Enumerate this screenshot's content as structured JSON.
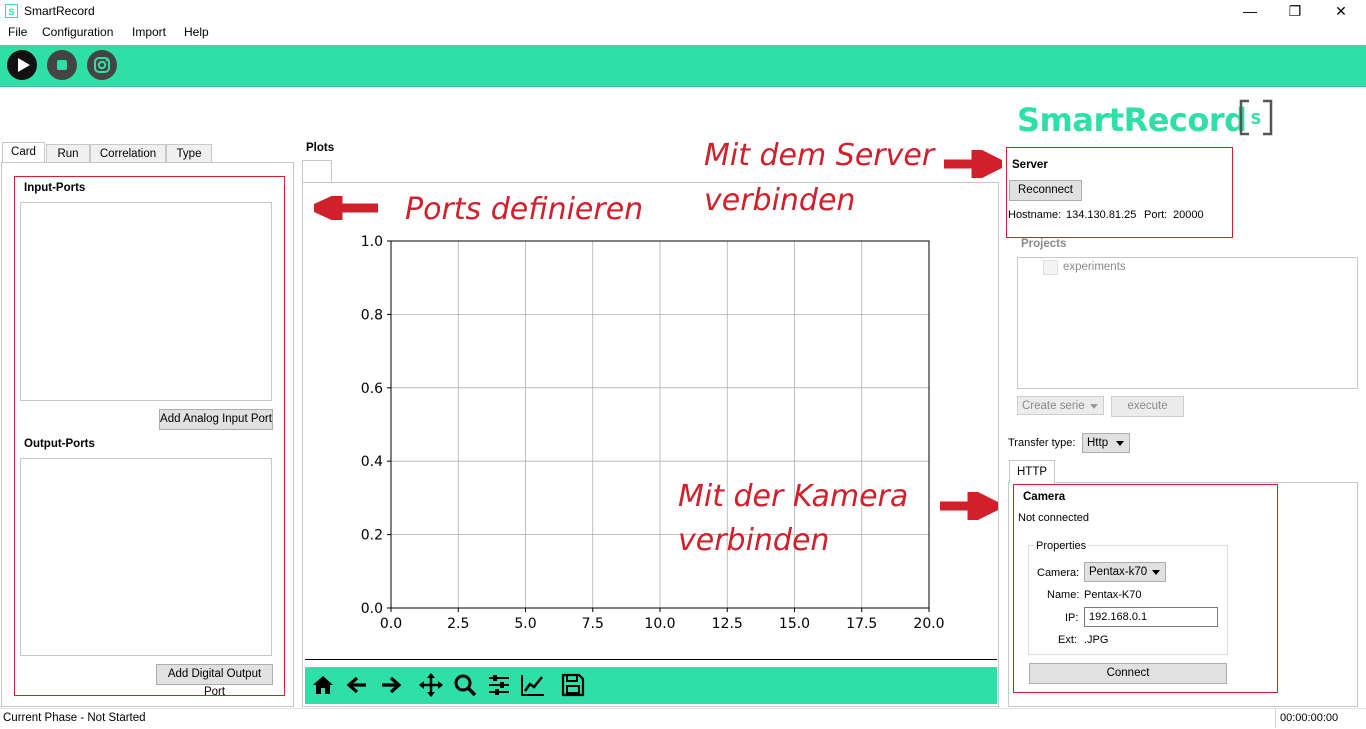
{
  "window": {
    "title": "SmartRecord",
    "icon_letter": "S",
    "minimize": "—",
    "restore": "❐",
    "close": "✕"
  },
  "menu": {
    "items": [
      "File",
      "Configuration",
      "Import",
      "Help"
    ]
  },
  "toolbar": {
    "icons": [
      "play-icon",
      "stop-icon",
      "camera-icon"
    ]
  },
  "logo": {
    "text": "SmartRecord",
    "mark": "S"
  },
  "left_tabs": [
    "Card",
    "Run",
    "Correlation",
    "Type"
  ],
  "ports": {
    "input_title": "Input-Ports",
    "add_input_label": "Add Analog Input Port",
    "output_title": "Output-Ports",
    "add_output_label": "Add Digital Output Port"
  },
  "plots": {
    "tab_label": "Plots"
  },
  "chart_data": {
    "type": "line",
    "title": "",
    "xlabel": "",
    "ylabel": "",
    "xlim": [
      0.0,
      20.0
    ],
    "ylim": [
      0.0,
      1.0
    ],
    "xticks": [
      "0.0",
      "2.5",
      "5.0",
      "7.5",
      "10.0",
      "12.5",
      "15.0",
      "17.5",
      "20.0"
    ],
    "yticks": [
      "0.0",
      "0.2",
      "0.4",
      "0.6",
      "0.8",
      "1.0"
    ],
    "grid": true,
    "series": []
  },
  "plot_toolbar": {
    "icons": [
      "home-icon",
      "back-arrow-icon",
      "forward-arrow-icon",
      "pan-icon",
      "zoom-icon",
      "configure-subplots-icon",
      "edit-axis-icon",
      "save-icon"
    ]
  },
  "annotations": {
    "ports": "Ports definieren",
    "server_line1": "Mit dem Server",
    "server_line2": "verbinden",
    "camera_line1": "Mit der Kamera",
    "camera_line2": "verbinden"
  },
  "server": {
    "title": "Server",
    "reconnect_label": "Reconnect",
    "hostname_label": "Hostname:",
    "hostname_value": "134.130.81.25",
    "port_label": "Port:",
    "port_value": "20000"
  },
  "projects": {
    "title": "Projects",
    "items": [
      "experiments"
    ],
    "create_serie_label": "Create serie",
    "execute_label": "execute"
  },
  "transfer": {
    "label": "Transfer type:",
    "value": "Http"
  },
  "http_tab": {
    "label": "HTTP"
  },
  "camera": {
    "title": "Camera",
    "status": "Not connected",
    "properties_title": "Properties",
    "camera_label": "Camera:",
    "camera_value": "Pentax-k70",
    "name_label": "Name:",
    "name_value": "Pentax-K70",
    "ip_label": "IP:",
    "ip_value": "192.168.0.1",
    "ext_label": "Ext:",
    "ext_value": ".JPG",
    "connect_label": "Connect"
  },
  "status": {
    "phase": "Current Phase - Not Started",
    "timer": "00:00:00:00"
  },
  "colors": {
    "accent": "#2ee0a8",
    "annotation_red": "#d0202c"
  }
}
